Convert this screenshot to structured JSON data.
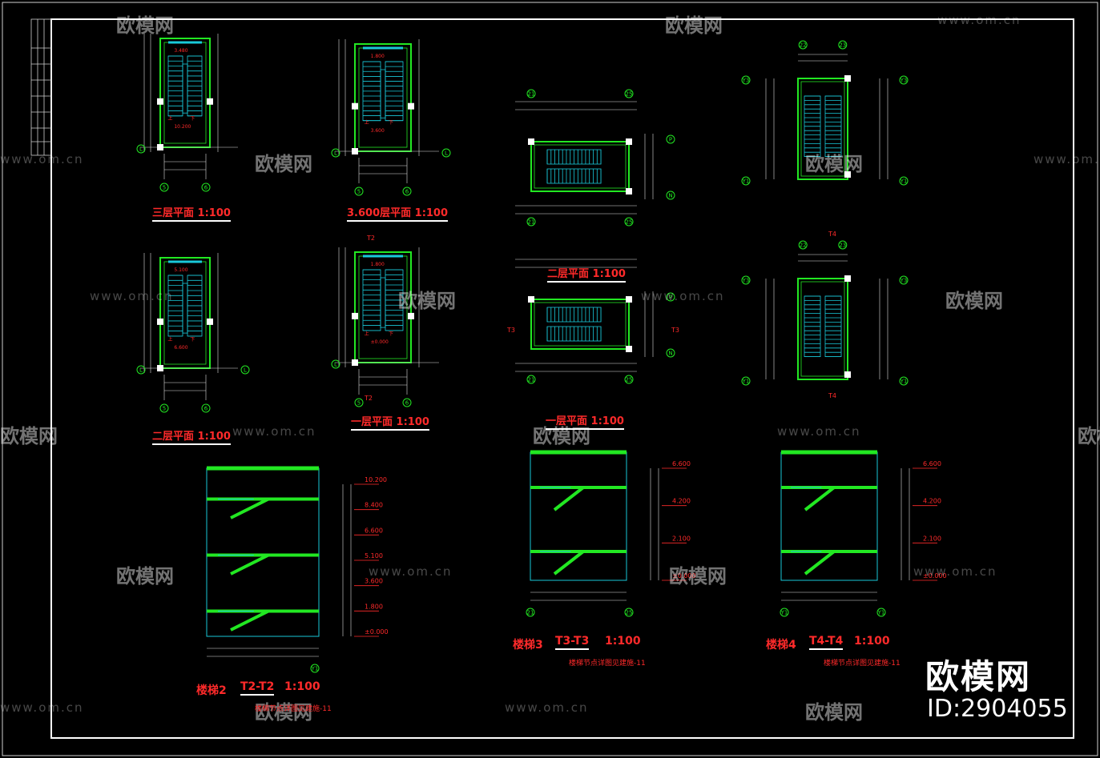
{
  "titles": {
    "plan_3f": "三层平面 1:100",
    "plan_3600": "3.600层平面 1:100",
    "plan_2f_a": "二层平面 1:100",
    "plan_1f_a": "一层平面 1:100",
    "plan_2f_b": "二层平面 1:100",
    "plan_1f_b": "一层平面 1:100",
    "stair2_prefix": "楼梯2",
    "stair2_section": "T2-T2",
    "stair2_scale": "1:100",
    "stair3_prefix": "楼梯3",
    "stair3_section": "T3-T3",
    "stair3_scale": "1:100",
    "stair4_prefix": "楼梯4",
    "stair4_section": "T4-T4",
    "stair4_scale": "1:100"
  },
  "notes": {
    "stair2_note": "楼梯节点详图见建施-11",
    "stair3_note": "楼梯节点详图见建施-11",
    "stair4_note": "楼梯节点详图见建施-11"
  },
  "elevations": {
    "stair2": [
      "10.200",
      "8.400",
      "6.600",
      "5.100",
      "3.600",
      "1.800",
      "±0.000"
    ],
    "stair3": [
      "6.600",
      "4.200",
      "2.100",
      "±0.000"
    ],
    "stair4": [
      "6.600",
      "4.200",
      "2.100",
      "±0.000"
    ]
  },
  "plan_levels": {
    "p3f": [
      "3.480",
      "10.200"
    ],
    "p3600": [
      "1.800",
      "3.600"
    ],
    "p2f": [
      "5.100",
      "6.600"
    ],
    "p1f": [
      "1.800",
      "±0.000"
    ]
  },
  "grid_marks": {
    "a": "L",
    "b": "5",
    "c": "6",
    "d": "21",
    "e": "25",
    "f": "P",
    "g": "N",
    "h": "Y1",
    "i": "Y3",
    "j": "22",
    "k": "23"
  },
  "section_marks": {
    "t2": "T2",
    "t3": "T3",
    "t4": "T4"
  },
  "watermark": {
    "site": "www.om.cn",
    "brand_small": "欧模网",
    "brand_big": "欧模网",
    "id": "ID:2904055"
  },
  "colors": {
    "wall": "#22e822",
    "stair": "#19c9d9",
    "dimension": "#e0e0e0",
    "text_red": "#ff2a2a",
    "background": "#000000"
  }
}
